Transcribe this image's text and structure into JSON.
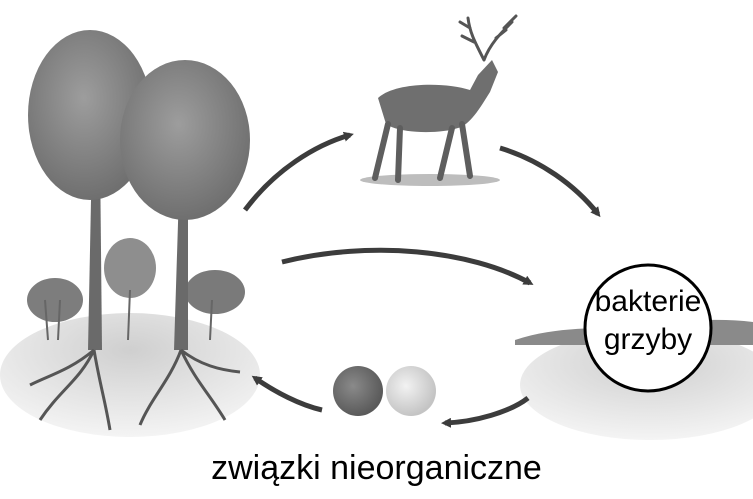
{
  "labels": {
    "decomposers_line1": "bakterie",
    "decomposers_line2": "grzyby",
    "caption": "związki nieorganiczne"
  },
  "colors": {
    "arrow": "#3c3c3c",
    "soil": "#cfcfcf",
    "foliage": "#8a8a8a",
    "trunk": "#6a6a6a",
    "mineral_dark": "#6e6e6e",
    "mineral_light": "#d9d9d9"
  },
  "icons": {
    "producers": "tree-icon",
    "consumer": "deer-icon",
    "minerals": "mineral-balls-icon"
  }
}
